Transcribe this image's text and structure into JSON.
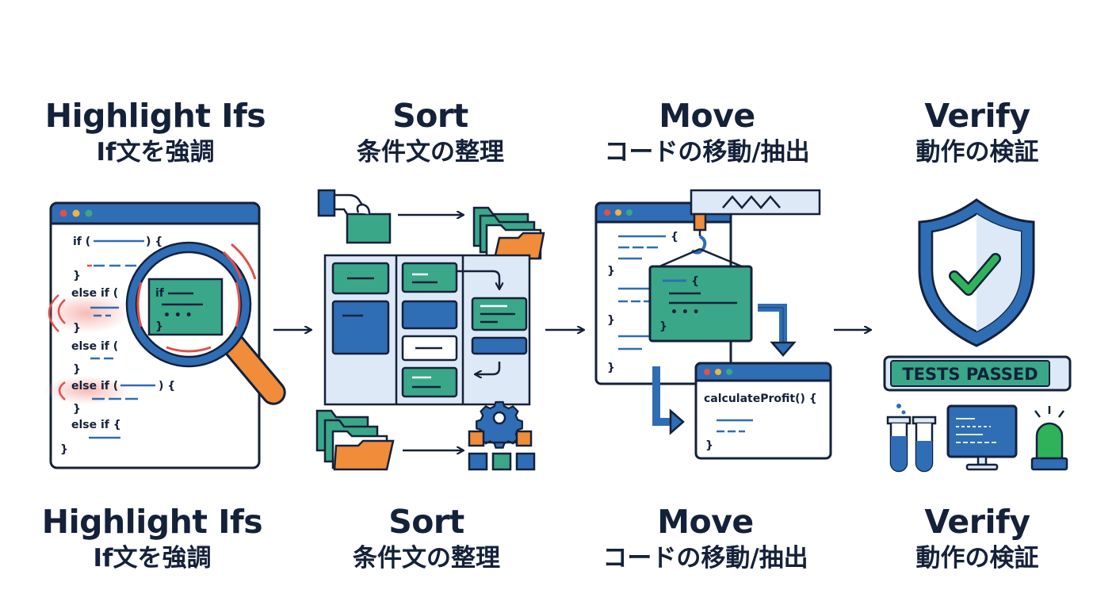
{
  "steps": [
    {
      "title": "Highlight Ifs",
      "subtitle": "If文を強調"
    },
    {
      "title": "Sort",
      "subtitle": "条件文の整理"
    },
    {
      "title": "Move",
      "subtitle": "コードの移動/抽出"
    },
    {
      "title": "Verify",
      "subtitle": "動作の検証"
    }
  ],
  "code": {
    "if_open": "if (",
    "brace_close_paren": ") {",
    "close_brace": "}",
    "else_if": "else if (",
    "else_if_brace": "else if {",
    "lens_if": "if",
    "ellipsis": "• • •",
    "open_brace": "{",
    "function_name": "calculateProfit() {"
  },
  "badge": {
    "tests_passed": "TESTS PASSED"
  },
  "colors": {
    "navy": "#14213a",
    "blue": "#2f6db5",
    "teal": "#3aa789",
    "orange": "#f08c3a",
    "red": "#e0504a",
    "light_blue": "#dde9f6",
    "green": "#2fb35a"
  },
  "icons": [
    "magnifier-icon",
    "hand-icon",
    "folder-icon",
    "gear-icon",
    "crane-icon",
    "shield-check-icon",
    "test-tube-icon",
    "monitor-icon",
    "alert-light-icon",
    "arrow-right-icon"
  ]
}
